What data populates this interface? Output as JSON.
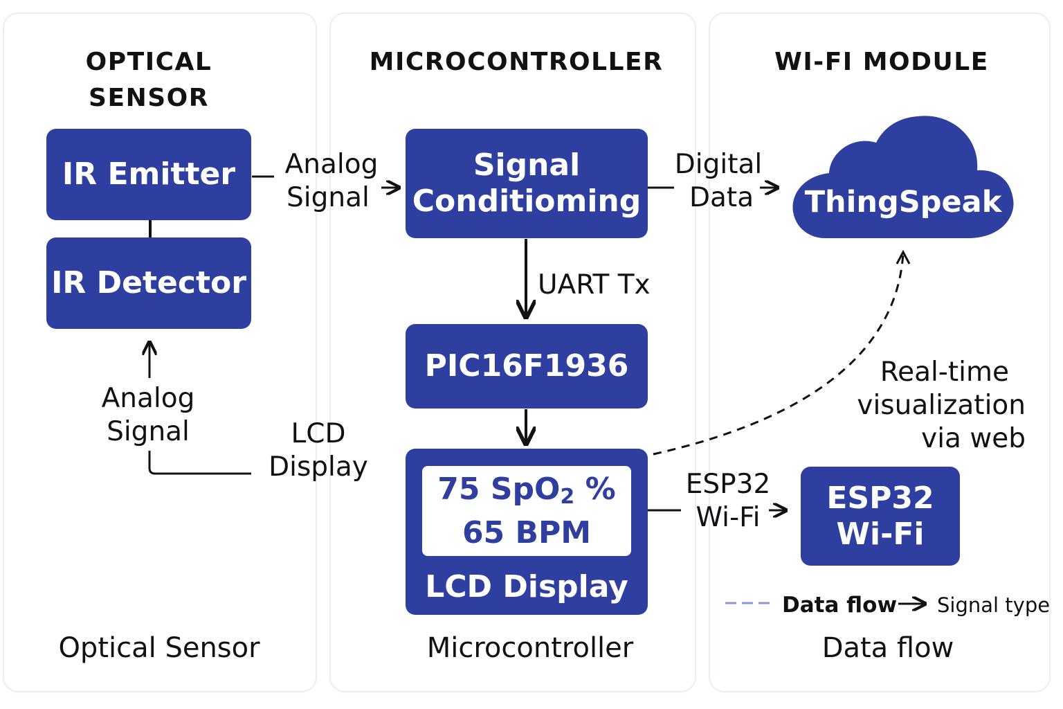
{
  "panels": {
    "optical": {
      "heading_line1": "OPTICAL",
      "heading_line2": "SENSOR",
      "footer": "Optical Sensor"
    },
    "micro": {
      "heading": "MICROCONTROLLER",
      "footer": "Microcontroller"
    },
    "wifi": {
      "heading": "WI-FI MODULE",
      "footer": "Data flow"
    }
  },
  "blocks": {
    "ir_emitter": "IR Emitter",
    "ir_detector": "IR Detector",
    "signal_conditioning_line1": "Signal",
    "signal_conditioning_line2": "Conditioming",
    "mcu": "PIC16F1936",
    "lcd_label": "LCD Display",
    "lcd_value_line1_num": "75 SpO",
    "lcd_value_line1_sub": "2",
    "lcd_value_line1_unit": " %",
    "lcd_value_line2": "65 BPM",
    "cloud": "ThingSpeak",
    "esp32_line1": "ESP32",
    "esp32_line2": "Wi-Fi"
  },
  "labels": {
    "analog_signal_top_1": "Analog",
    "analog_signal_top_2": "Signal",
    "digital_data_1": "Digital",
    "digital_data_2": "Data",
    "uart_tx": "UART Tx",
    "analog_signal_left_1": "Analog",
    "analog_signal_left_2": "Signal",
    "lcd_display_1": "LCD",
    "lcd_display_2": "Display",
    "esp32_wifi_1": "ESP32",
    "esp32_wifi_2": "Wi-Fi",
    "realtime_1": "Real-time",
    "realtime_2": "visualization",
    "realtime_3": "via web"
  },
  "legend": {
    "dashed": "Data flow",
    "arrow": "Signal type"
  },
  "colors": {
    "block": "#2f3fa0",
    "panel_border": "#ecebf7",
    "legend_dash": "#8e96de",
    "text": "#111111"
  }
}
